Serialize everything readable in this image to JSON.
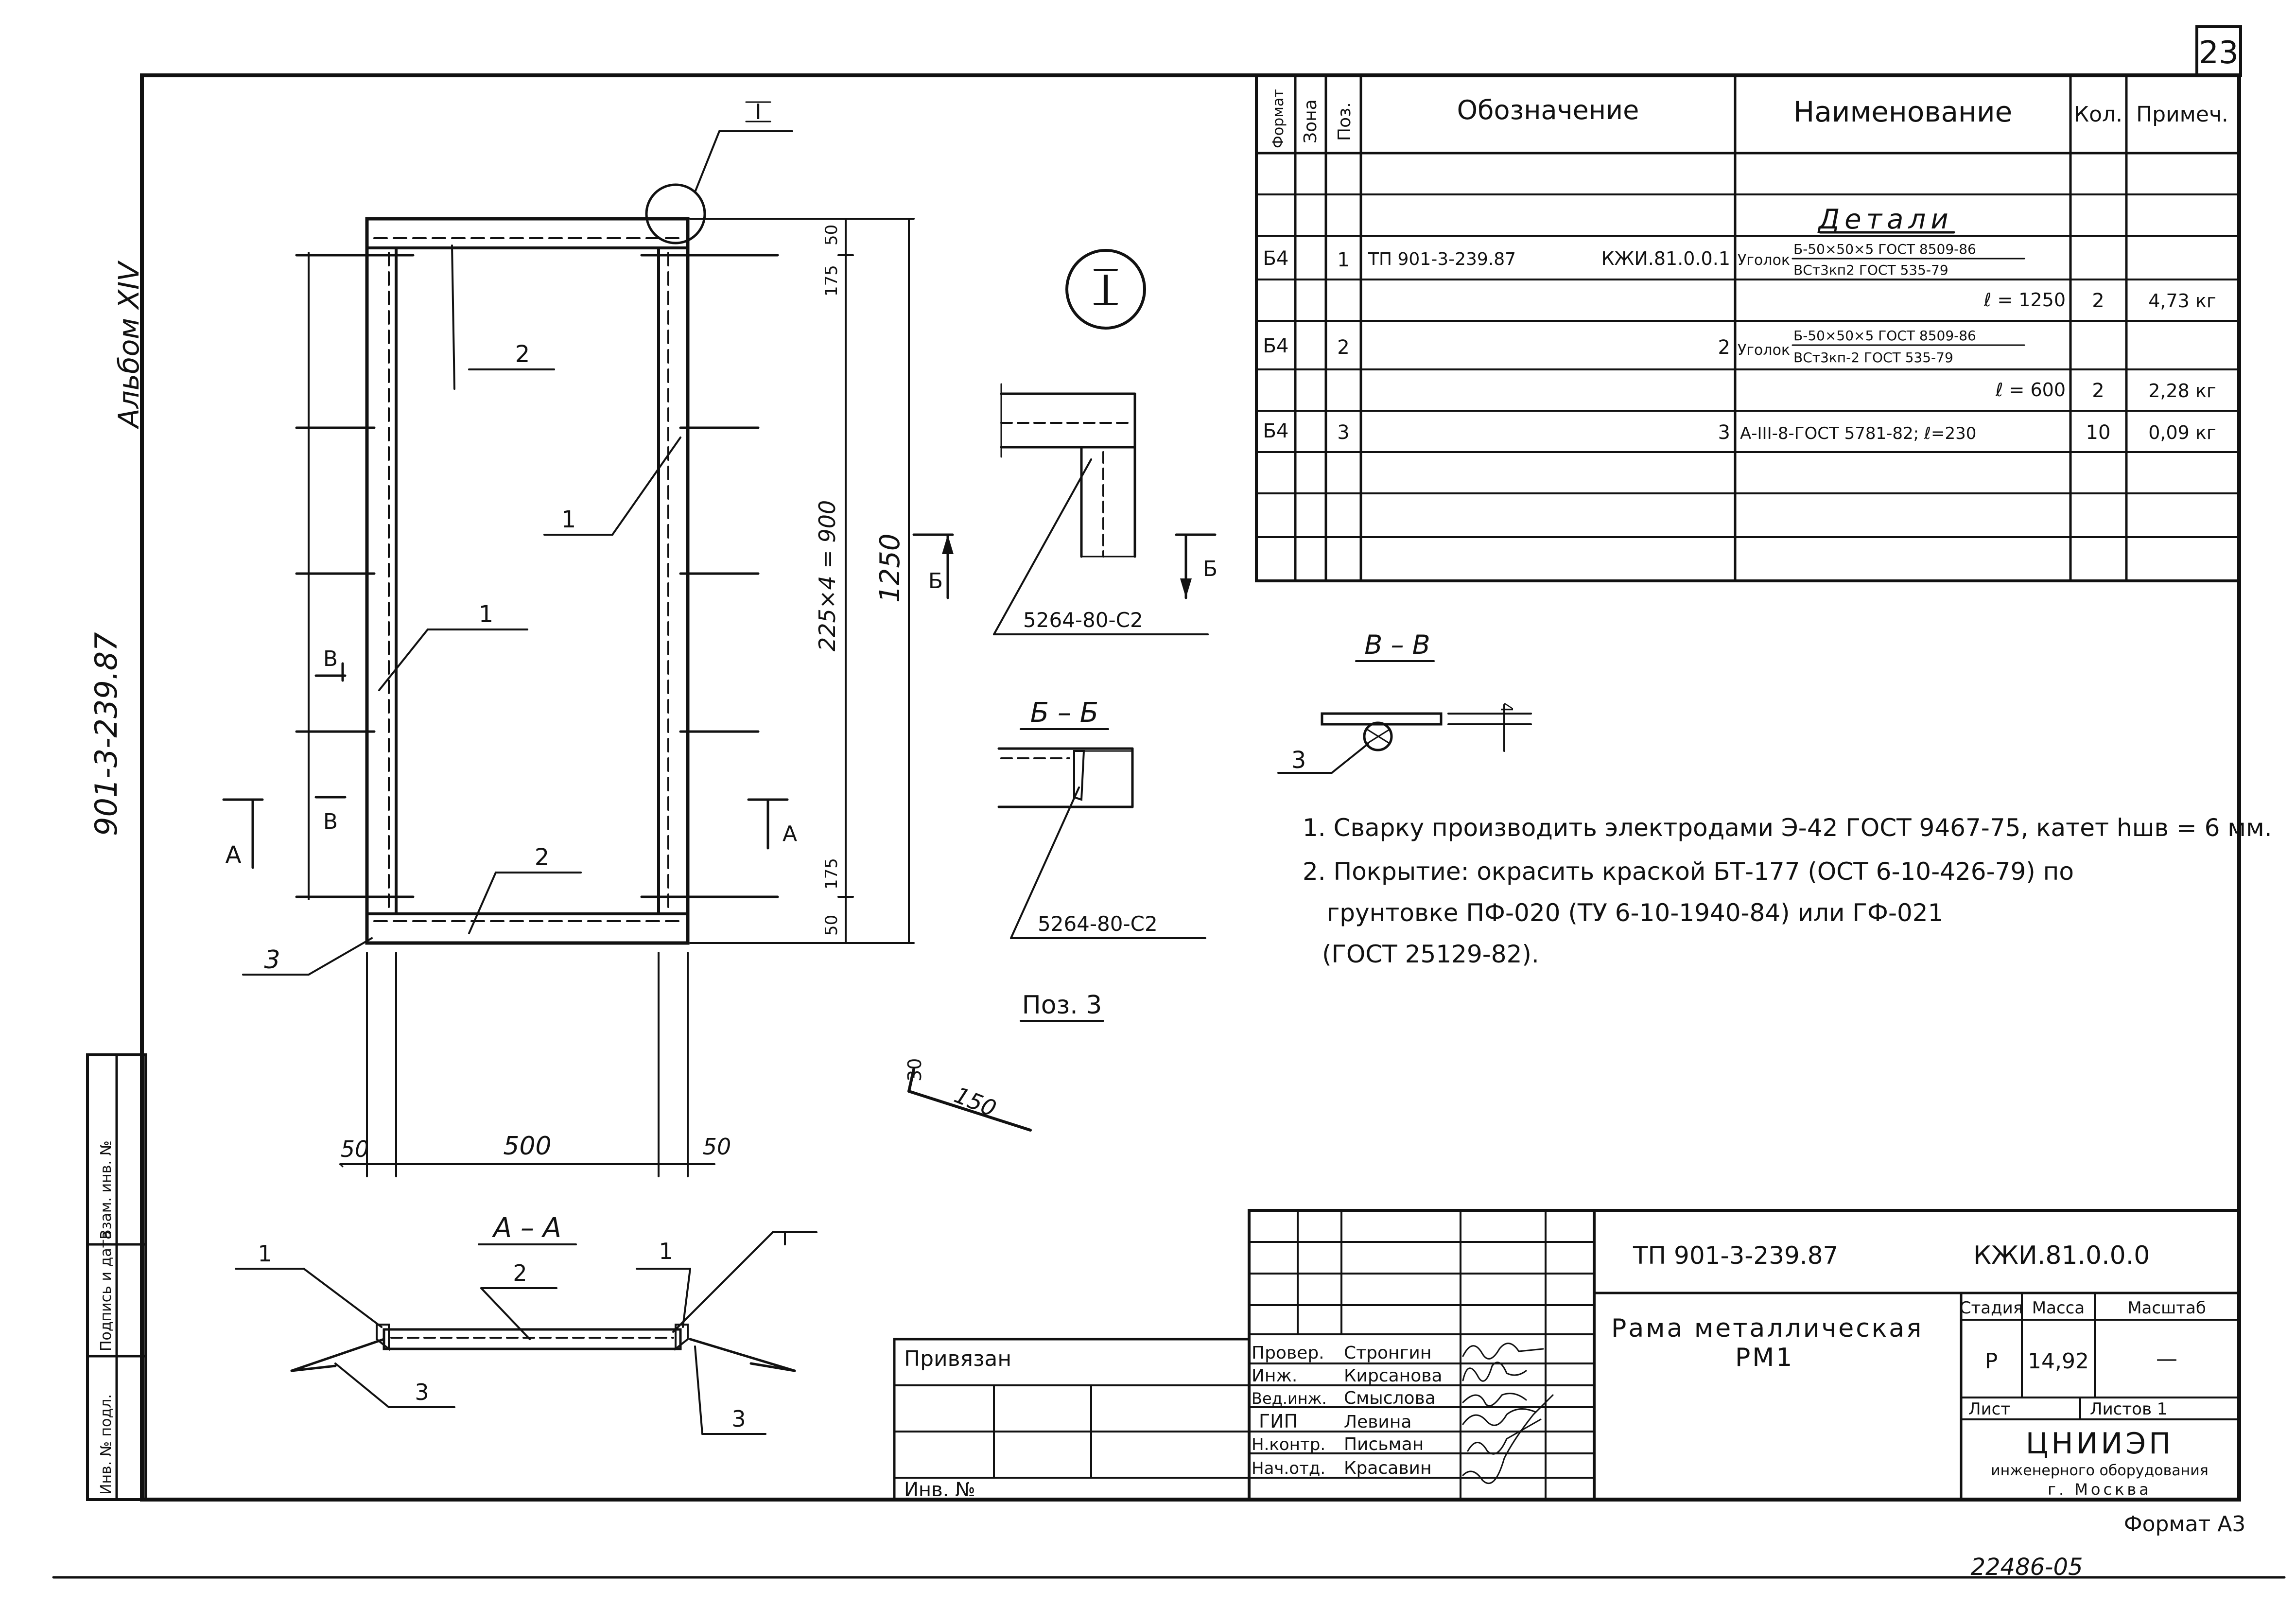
{
  "sheet": {
    "page_number": "23",
    "album": "Альбом XIV",
    "side_code": "901-3-239.87",
    "format": "Формат А3",
    "archive_number": "22486-05"
  },
  "side_stamp": {
    "cells": [
      "Инв. № подл.",
      "Подпись и дата",
      "Взам. инв. №"
    ]
  },
  "spec_table": {
    "headers": {
      "format": "Формат",
      "zone": "Зона",
      "pos": "Поз.",
      "designation": "Обозначение",
      "name": "Наименование",
      "qty": "Кол.",
      "note": "Примеч."
    },
    "section_title": "Детали",
    "rows": [
      {
        "format": "Б4",
        "pos": "1",
        "designation": "ТП 901-3-239.87",
        "designation_code": "КЖИ.81.0.0.1",
        "name_prefix": "Уголок",
        "name_top": "Б-50×50×5 ГОСТ 8509-86",
        "name_bottom": "ВСт3кп2 ГОСТ 535-79",
        "length": "ℓ = 1250",
        "qty": "2",
        "note": "4,73 кг"
      },
      {
        "format": "Б4",
        "pos": "2",
        "designation_code": "2",
        "name_prefix": "Уголок",
        "name_top": "Б-50×50×5 ГОСТ 8509-86",
        "name_bottom": "ВСт3кп-2 ГОСТ 535-79",
        "length": "ℓ = 600",
        "qty": "2",
        "note": "2,28 кг"
      },
      {
        "format": "Б4",
        "pos": "3",
        "designation_code": "3",
        "name": "А-III-8-ГОСТ 5781-82; ℓ=230",
        "qty": "10",
        "note": "0,09 кг"
      }
    ]
  },
  "drawing": {
    "main_view": {
      "dims": {
        "width_left": "50",
        "width_mid": "500",
        "width_right": "50",
        "height_total": "1250",
        "height_grid": "225×4 = 900",
        "top_offset": "175",
        "top_edge": "50",
        "bottom_offset": "175",
        "bottom_edge": "50"
      },
      "callouts": [
        "1",
        "1",
        "2",
        "2",
        "3"
      ],
      "section_marks": {
        "a": "А",
        "v": "В"
      },
      "node_mark": "I"
    },
    "node_view": {
      "node_label": "I",
      "weld": "5264-80-С2",
      "section_mark": "Б"
    },
    "section_bb": {
      "title": "Б – Б",
      "weld": "5264-80-С2"
    },
    "section_vv": {
      "title": "В – В",
      "callout": "3",
      "dim": "4"
    },
    "section_aa": {
      "title": "А – А",
      "callouts": [
        "1",
        "1",
        "2",
        "3",
        "3"
      ]
    },
    "pos3": {
      "title": "Поз. 3",
      "dim_short": "30",
      "dim_long": "150"
    }
  },
  "notes": [
    "1. Сварку производить электродами Э-42 ГОСТ 9467-75, катет hшв = 6 мм.",
    "2. Покрытие: окрасить краской БТ-177 (ОСТ 6-10-426-79) по",
    "грунтовке ПФ-020 (ТУ 6-10-1940-84) или ГФ-021",
    "(ГОСТ 25129-82)."
  ],
  "title_block": {
    "project_code": "ТП 901-3-239.87",
    "doc_code": "КЖИ.81.0.0.0",
    "title_line1": "Рама металлическая",
    "title_line2": "РМ1",
    "stage_label": "Стадия",
    "mass_label": "Масса",
    "scale_label": "Масштаб",
    "stage": "Р",
    "mass": "14,92",
    "scale": "—",
    "sheet_label": "Лист",
    "sheets_label": "Листов 1",
    "org_name": "ЦНИИЭП",
    "org_sub": "инженерного оборудования",
    "org_city": "г. Москва",
    "privyazan": "Привязан",
    "inv_no": "Инв. №",
    "signers": [
      {
        "role": "Провер.",
        "name": "Стронгин"
      },
      {
        "role": "Инж.",
        "name": "Кирсанова"
      },
      {
        "role": "Вед.инж.",
        "name": "Смыслова"
      },
      {
        "role": "ГИП",
        "name": "Левина"
      },
      {
        "role": "Н.контр.",
        "name": "Письман"
      },
      {
        "role": "Нач.отд.",
        "name": "Красавин"
      }
    ]
  }
}
